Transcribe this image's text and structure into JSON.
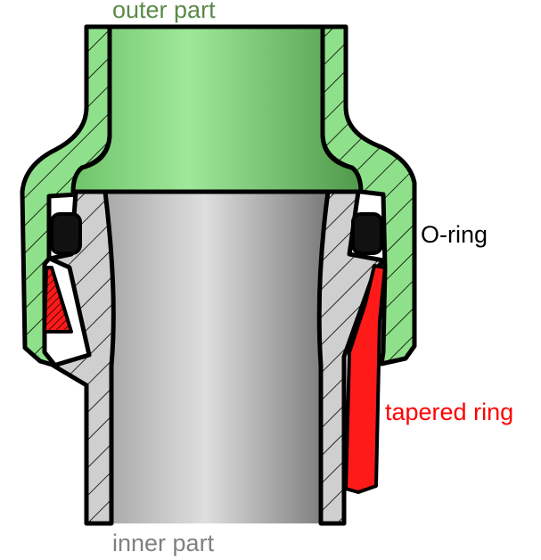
{
  "labels": {
    "outer_part": "outer part",
    "o_ring": "O-ring",
    "tapered_ring": "tapered ring",
    "inner_part": "inner part"
  },
  "colors": {
    "outer_part": "#5a8a48",
    "outer_fill": "#8fe08a",
    "inner_part": "#808080",
    "inner_fill": "#cfcfcf",
    "tapered_ring": "#ff0000",
    "o_ring": "#000000"
  }
}
